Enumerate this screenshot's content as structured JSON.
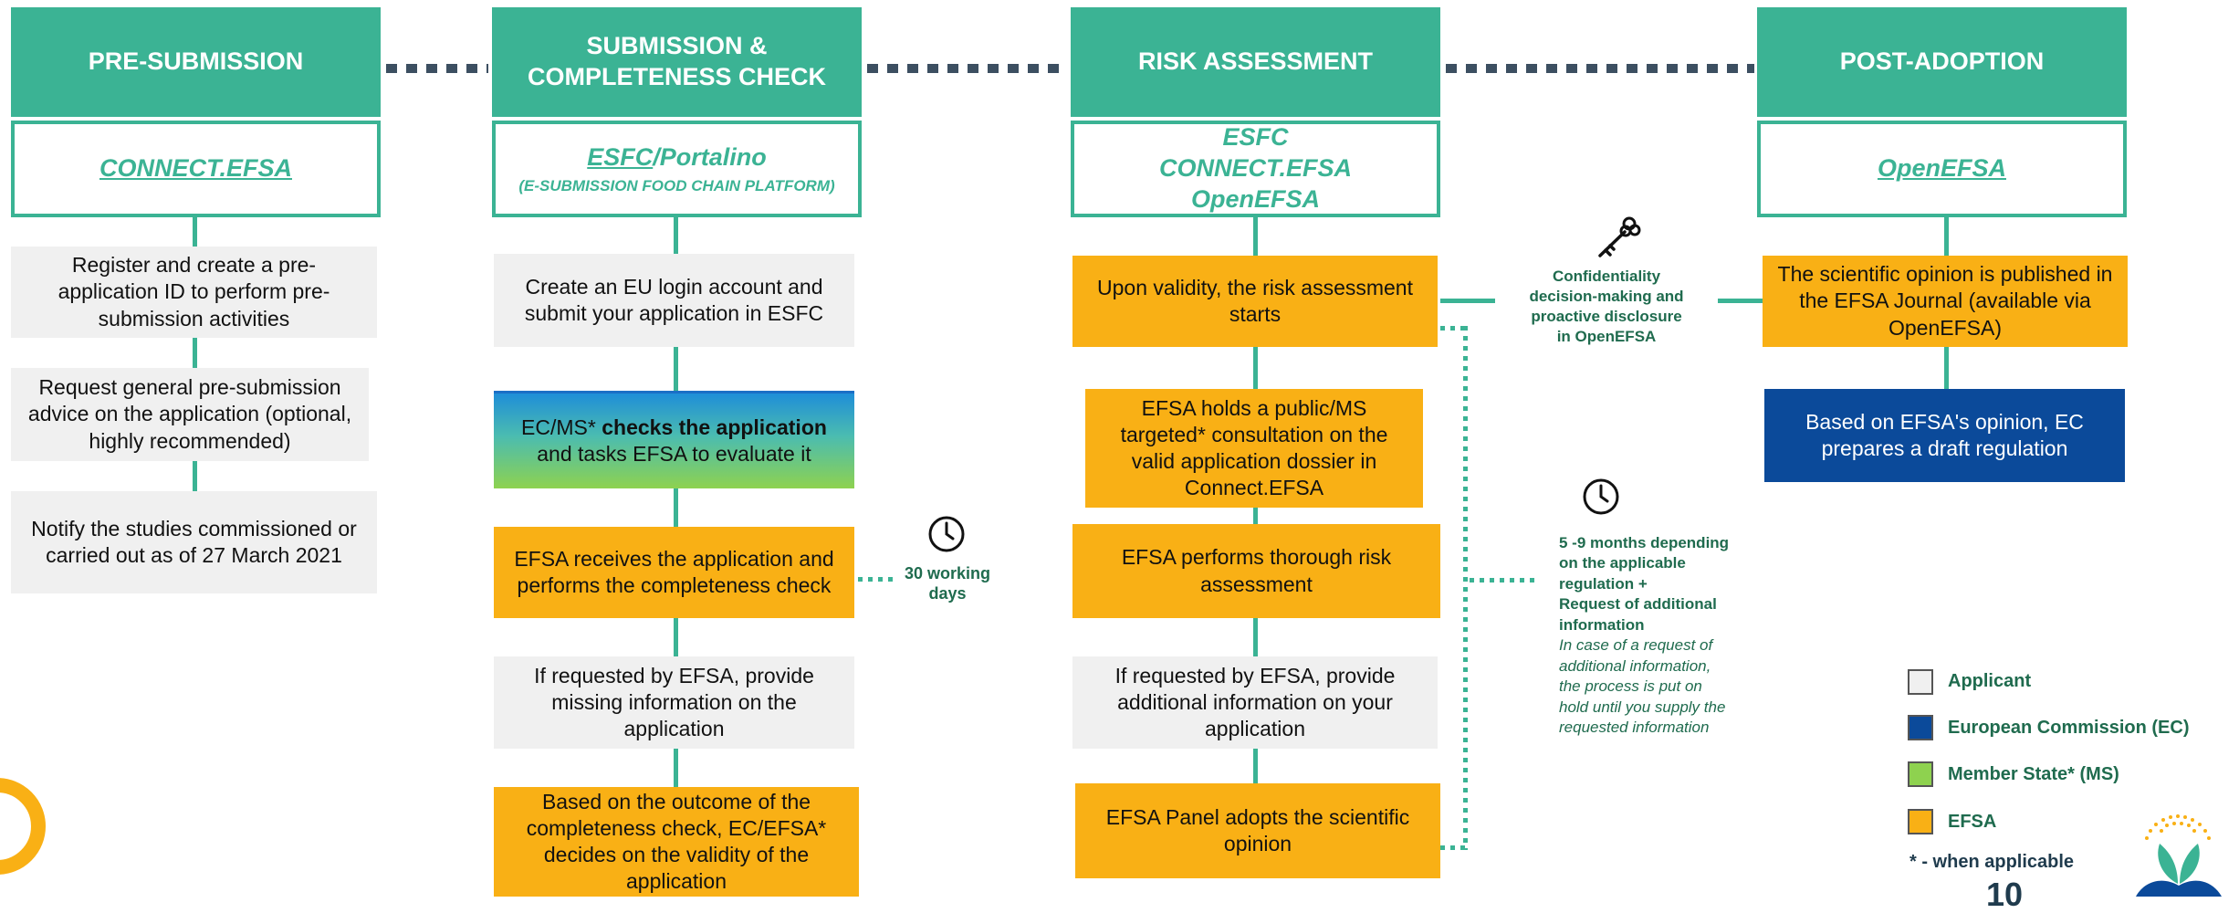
{
  "headers": {
    "pre_submission": "PRE-SUBMISSION",
    "submission_line1": "SUBMISSION &",
    "submission_line2": "COMPLETENESS CHECK",
    "risk_assessment": "RISK ASSESSMENT",
    "post_adoption": "POST-ADOPTION"
  },
  "platforms": {
    "pre": "CONNECT.EFSA",
    "sub_esfc": "ESFC",
    "sub_portalino": "/Portalino",
    "sub_note": "(E-SUBMISSION FOOD CHAIN PLATFORM)",
    "risk_1": "ESFC",
    "risk_2": "CONNECT.EFSA",
    "risk_3": "OpenEFSA",
    "post": "OpenEFSA"
  },
  "pre_submission_steps": [
    "Register and create a pre-application ID to perform pre-submission activities",
    "Request general pre-submission advice on the application (optional, highly recommended)",
    "Notify the studies commissioned or carried out as of 27 March 2021"
  ],
  "submission_steps": {
    "create_account": "Create an EU login account and submit your application in ESFC",
    "check_prefix": "EC/MS* ",
    "check_bold": "checks the application",
    "check_suffix": " and tasks EFSA to evaluate it",
    "receives": "EFSA receives the application and performs the completeness check",
    "missing_info": "If requested by EFSA, provide missing information on the application",
    "validity": "Based on the outcome of the completeness check, EC/EFSA* decides on the validity of the application"
  },
  "working_days": {
    "line1": "30 working",
    "line2": "days"
  },
  "risk_steps": [
    "Upon validity, the risk assessment starts",
    "EFSA holds a public/MS targeted* consultation on the valid application dossier in Connect.EFSA",
    "EFSA performs thorough risk assessment",
    "If requested by EFSA, provide additional information on your application",
    "EFSA Panel adopts the scientific opinion"
  ],
  "confidentiality": [
    "Confidentiality",
    "decision-making and",
    "proactive disclosure",
    "in OpenEFSA"
  ],
  "duration": {
    "bold": [
      "5 -9 months depending",
      "on the applicable",
      "regulation +",
      "Request of additional",
      "information"
    ],
    "italic": [
      "In case of a request of",
      "additional information,",
      "the process is put on",
      "hold until you supply the",
      "requested information"
    ]
  },
  "post_steps": [
    "The scientific opinion is published in the EFSA Journal (available via OpenEFSA)",
    "Based on EFSA's opinion, EC prepares a draft regulation"
  ],
  "legend": {
    "items": [
      {
        "label": "Applicant",
        "color": "#f0f0f0"
      },
      {
        "label": "European Commission (EC)",
        "color": "#0b4a9a"
      },
      {
        "label": "Member State* (MS)",
        "color": "#8ed24f"
      },
      {
        "label": "EFSA",
        "color": "#f9b015"
      }
    ],
    "note": "* - when applicable"
  },
  "page_number": "10",
  "colors": {
    "header_green": "#3bb394",
    "efsa_orange": "#f9b015",
    "ec_blue": "#0b4a9a",
    "applicant_grey": "#f0f0f0",
    "ms_green": "#8ed24f",
    "dash_navy": "#3c4f61"
  },
  "icons": [
    "clock-icon",
    "key-icon",
    "efsa-logo"
  ]
}
